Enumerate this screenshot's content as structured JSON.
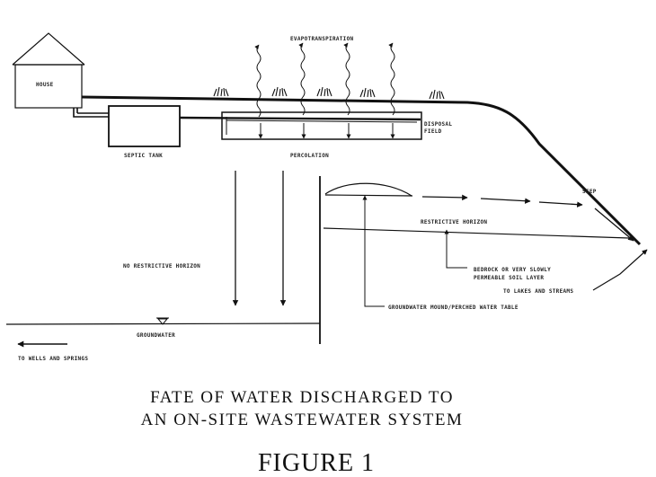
{
  "labels": {
    "evapotranspiration": "EVAPOTRANSPIRATION",
    "house": "HOUSE",
    "septic_tank": "SEPTIC TANK",
    "disposal_field_1": "DISPOSAL",
    "disposal_field_2": "FIELD",
    "percolation": "PERCOLATION",
    "seep": "SEEP",
    "restrictive_horizon": "RESTRICTIVE HORIZON",
    "no_restrictive_horizon": "NO RESTRICTIVE HORIZON",
    "bedrock_1": "BEDROCK OR VERY SLOWLY",
    "bedrock_2": "PERMEABLE SOIL LAYER",
    "lakes_streams": "TO LAKES AND STREAMS",
    "groundwater_mound": "GROUNDWATER MOUND/PERCHED WATER TABLE",
    "groundwater": "GROUNDWATER",
    "wells_springs": "TO WELLS AND SPRINGS"
  },
  "title": {
    "line1": "FATE OF WATER DISCHARGED TO",
    "line2": "AN ON-SITE WASTEWATER SYSTEM"
  },
  "figure_label": "FIGURE 1"
}
